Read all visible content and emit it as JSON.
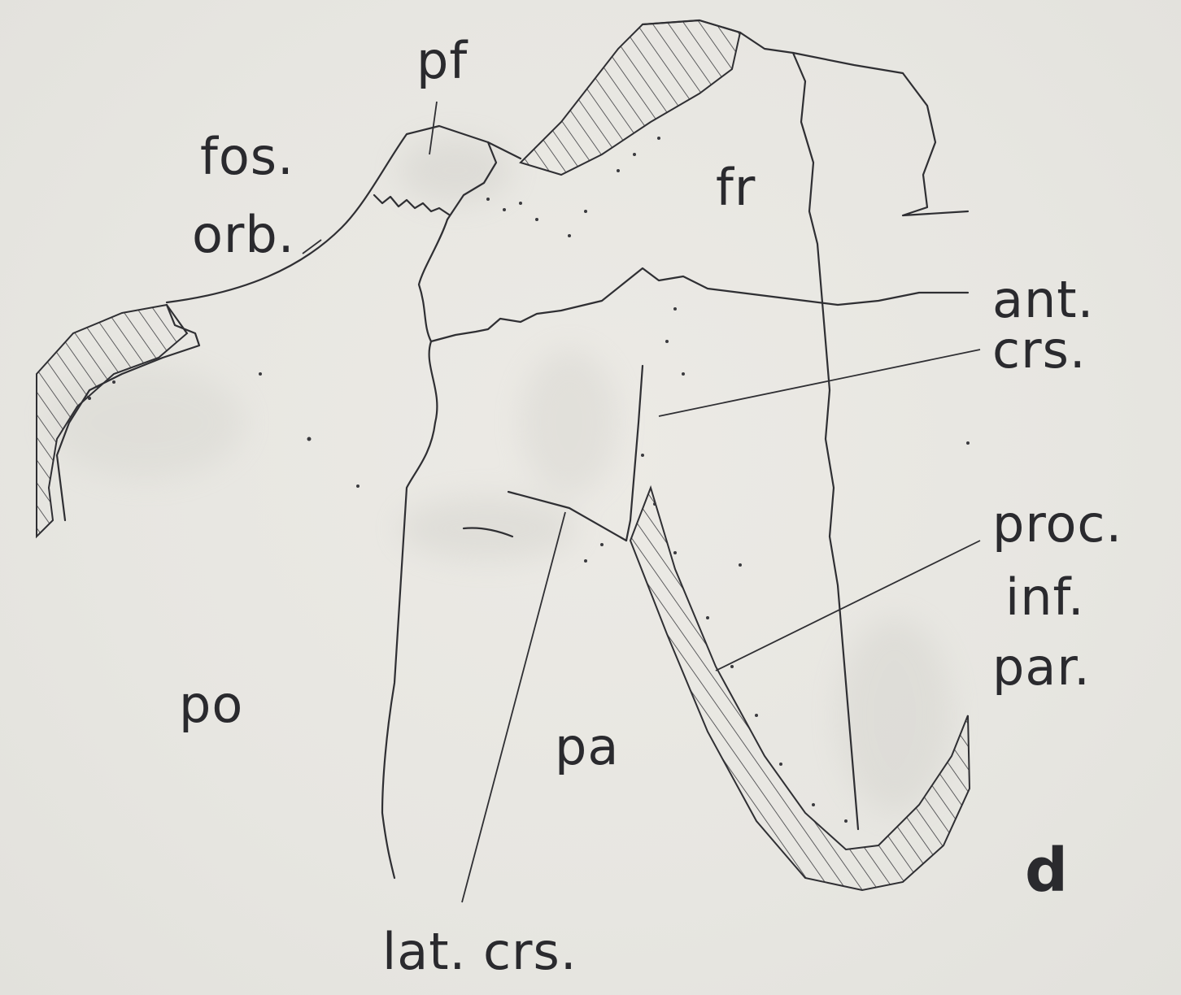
{
  "labels": {
    "pf": "pf",
    "fos": "fos.",
    "orb": "orb.",
    "fr": "fr",
    "ant": "ant.",
    "crs_upper": "crs.",
    "proc": "proc.",
    "inf": "inf.",
    "par": "par.",
    "po": "po",
    "pa": "pa",
    "lat_crs": "lat. crs.",
    "panel": "d"
  },
  "colors": {
    "ink": "#2a2a2e",
    "paper": "#e9e8e3"
  }
}
